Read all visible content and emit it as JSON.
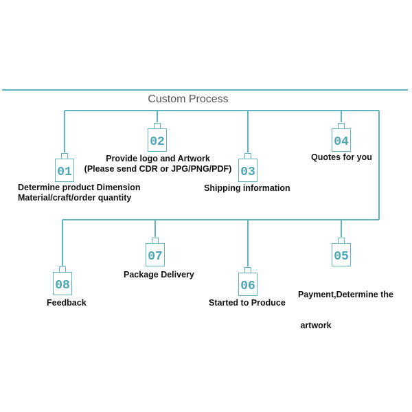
{
  "title": "Custom Process",
  "steps": [
    {
      "num": "01",
      "lines": [
        "Determine product Dimension",
        "Material/craft/order quantity"
      ]
    },
    {
      "num": "02",
      "lines": [
        "Provide logo and Artwork",
        "(Please send CDR or JPG/PNG/PDF)"
      ]
    },
    {
      "num": "03",
      "lines": [
        "Shipping information"
      ]
    },
    {
      "num": "04",
      "lines": [
        "Quotes for you"
      ]
    },
    {
      "num": "05",
      "lines": [
        "Payment,Determine the",
        " artwork"
      ]
    },
    {
      "num": "06",
      "lines": [
        "Started to Produce"
      ]
    },
    {
      "num": "07",
      "lines": [
        "Package Delivery"
      ]
    },
    {
      "num": "08",
      "lines": [
        "Feedback"
      ]
    }
  ],
  "colors": {
    "accent": "#5fb3c1",
    "number": "#4aa6b5",
    "text": "#111111",
    "title": "#555555"
  }
}
